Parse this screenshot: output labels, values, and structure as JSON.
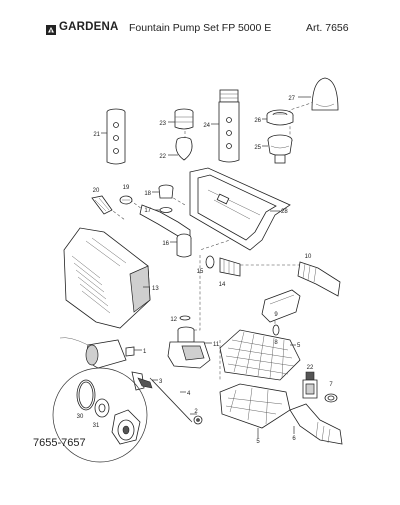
{
  "header": {
    "brand": "GARDENA",
    "title": "Fountain Pump Set FP 5000 E",
    "article": "Art. 7656"
  },
  "drawing": {
    "set_label": "7655-7657",
    "callouts": [
      "27",
      "26",
      "25",
      "24",
      "23",
      "22",
      "21",
      "18",
      "19",
      "20",
      "17",
      "16",
      "15",
      "10",
      "14",
      "28",
      "13",
      "12",
      "11",
      "9",
      "8",
      "1",
      "3",
      "4",
      "30",
      "31",
      "2",
      "6",
      "7",
      "5",
      "22"
    ]
  }
}
